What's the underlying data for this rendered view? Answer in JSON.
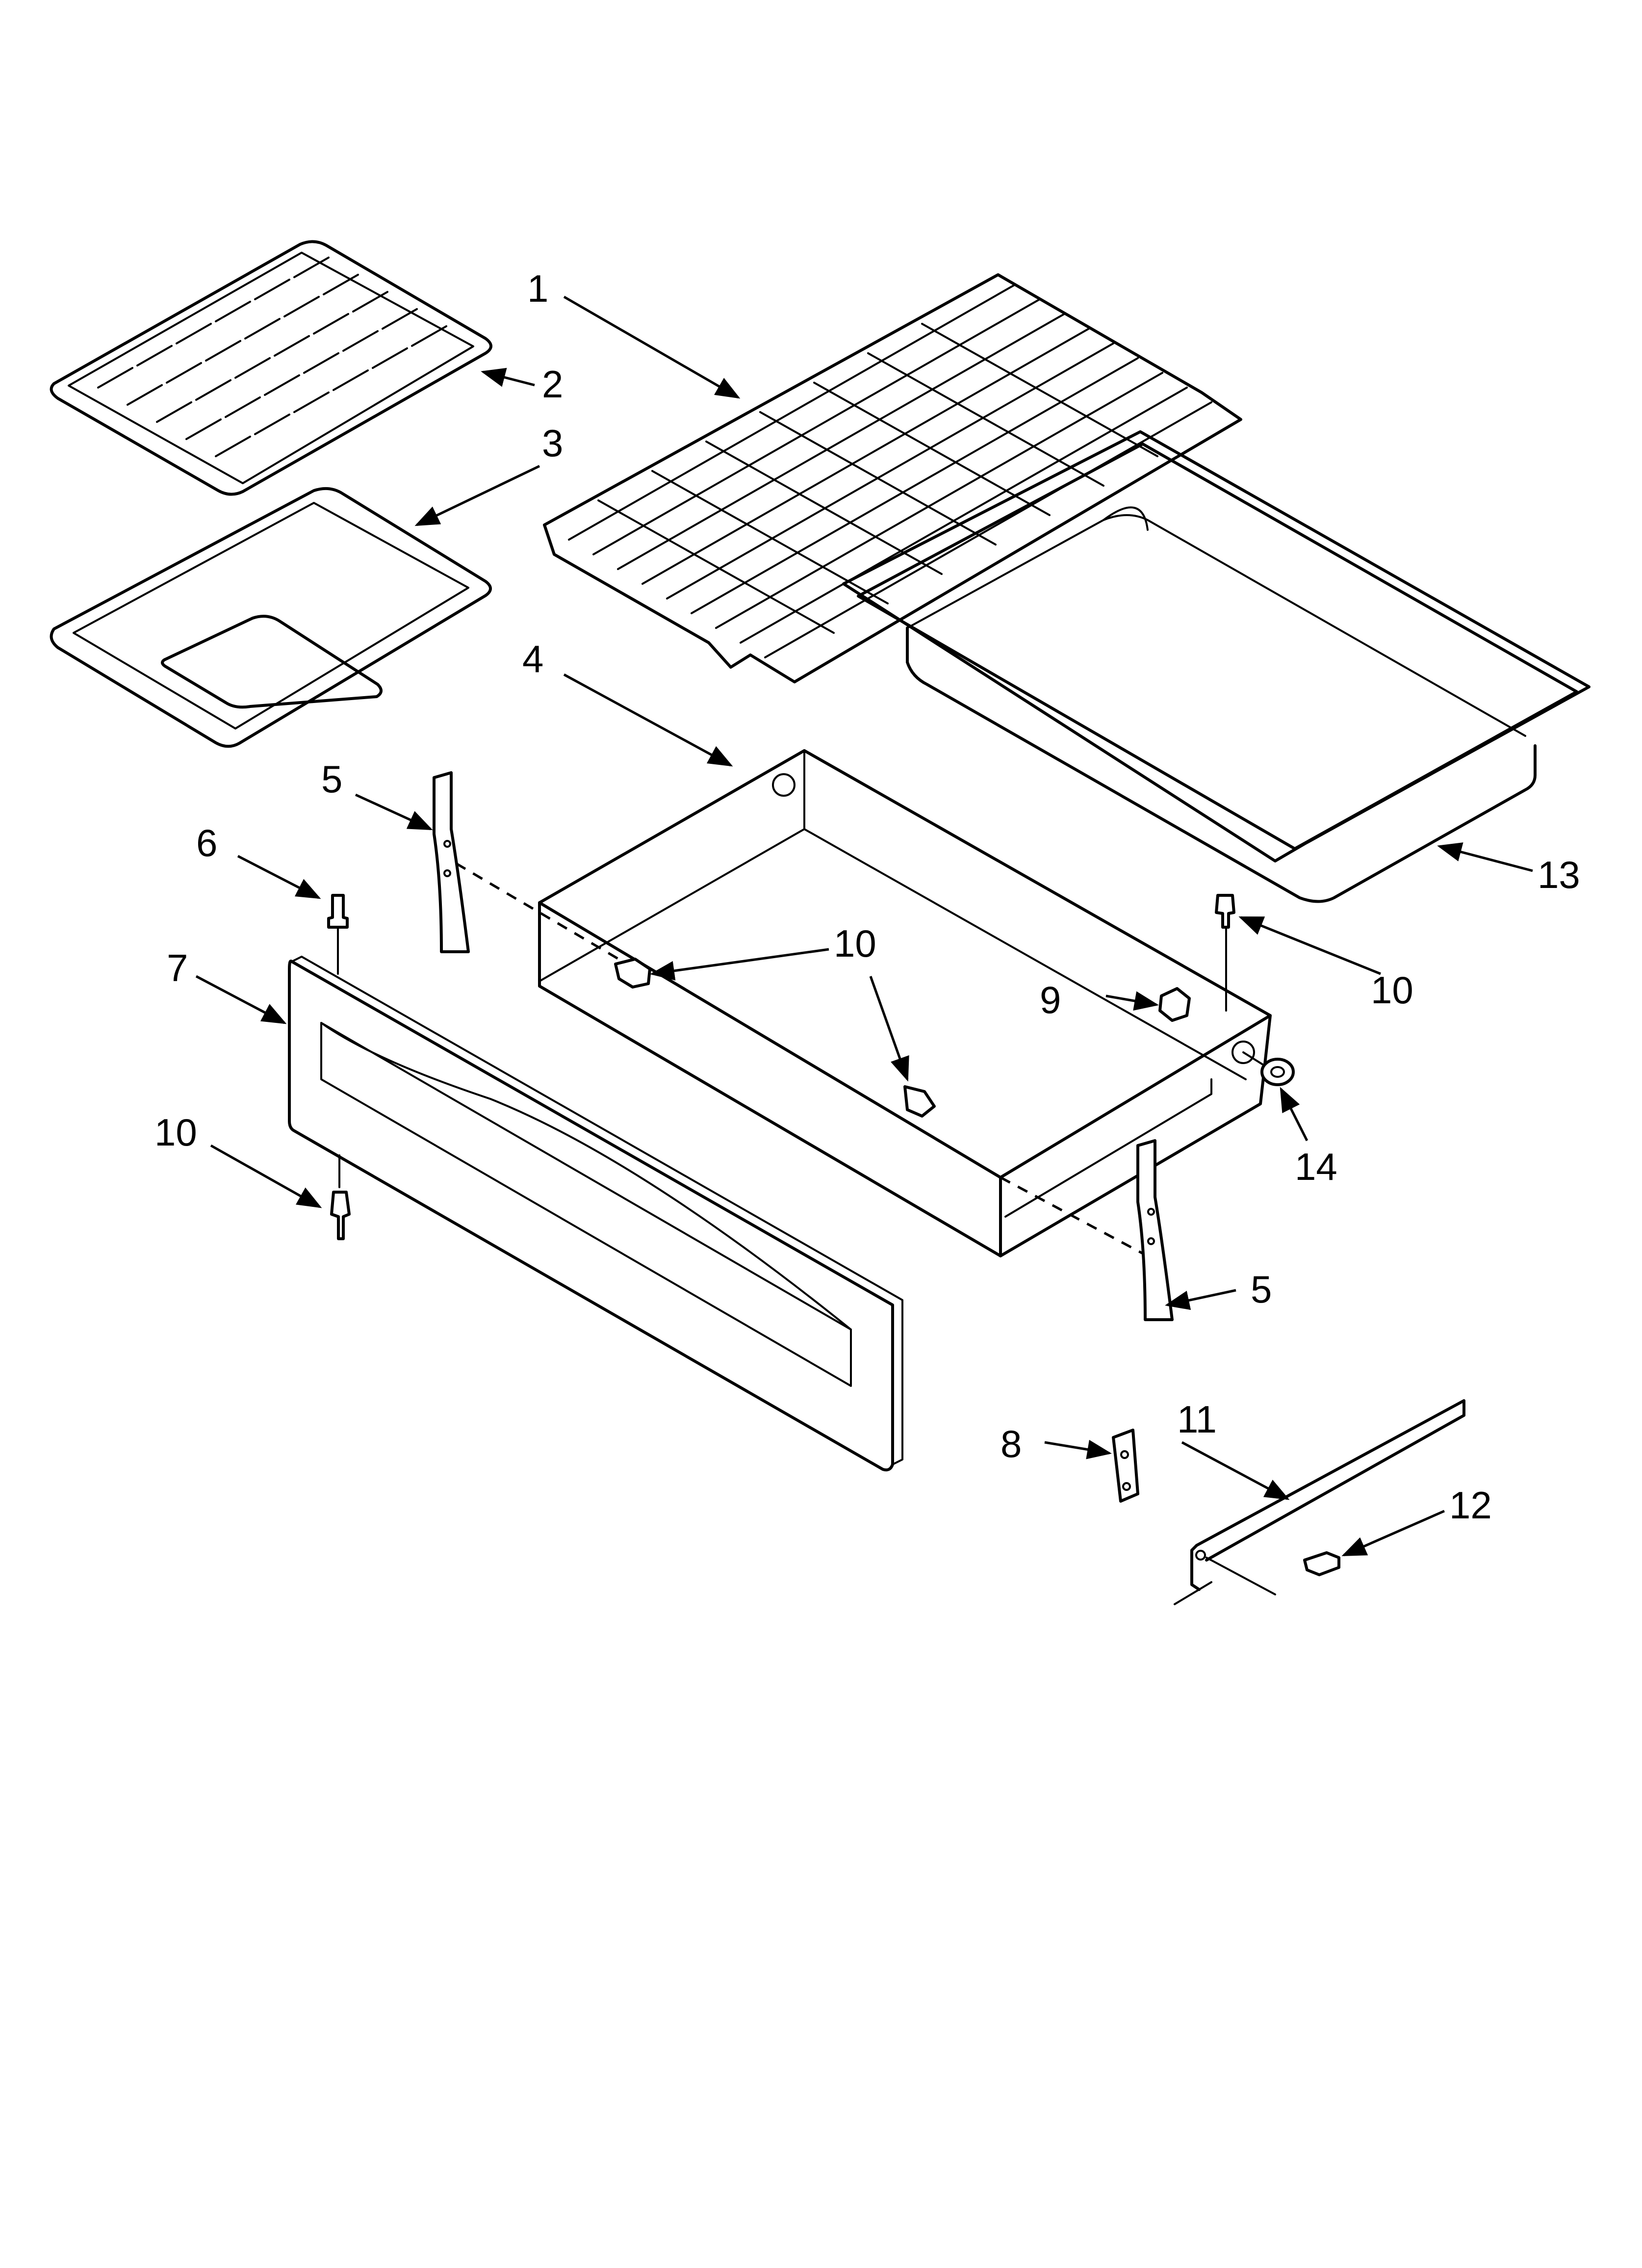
{
  "callouts": {
    "c1": "1",
    "c2": "2",
    "c3": "3",
    "c4": "4",
    "c5a": "5",
    "c5b": "5",
    "c6": "6",
    "c7": "7",
    "c8": "8",
    "c9": "9",
    "c10a": "10",
    "c10b": "10",
    "c10c": "10",
    "c11": "11",
    "c12": "12",
    "c13": "13",
    "c14": "14"
  }
}
